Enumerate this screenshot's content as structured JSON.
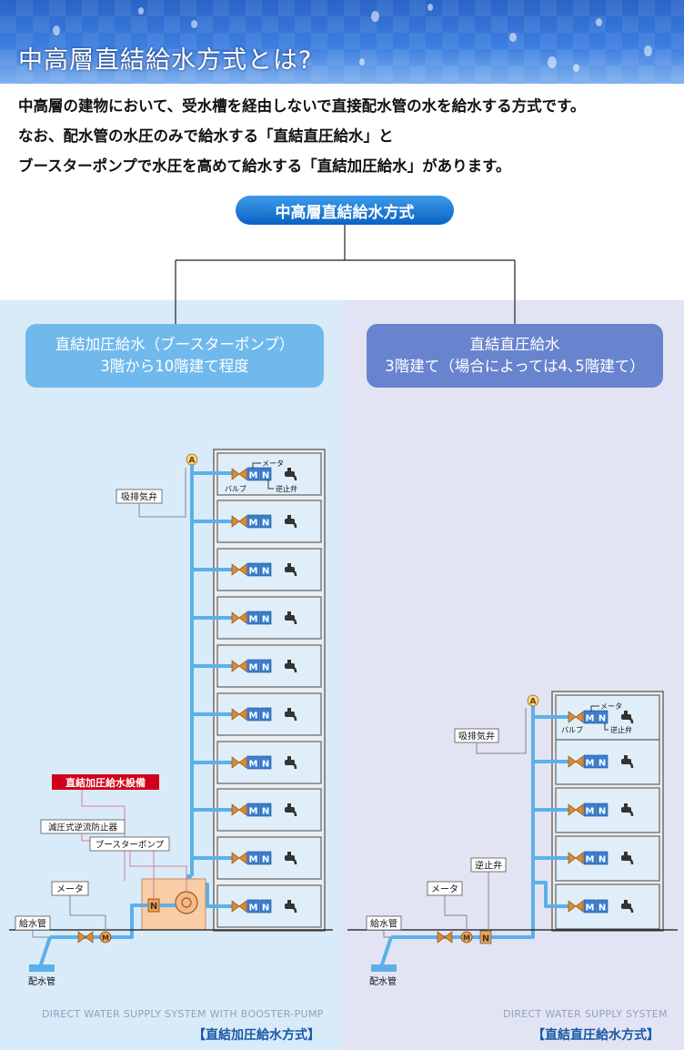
{
  "header": {
    "title": "中高層直結給水方式とは?"
  },
  "intro": [
    "中高層の建物において、受水槽を経由しないで直接配水管の水を給水する方式です。",
    "なお、配水管の水圧のみで給水する「直結直圧給水」と",
    "ブースターポンプで水圧を高めて給水する「直結加圧給水」があります。"
  ],
  "tree": {
    "root": "中高層直結給水方式",
    "left": {
      "line1": "直結加圧給水（ブースターポンプ）",
      "line2": "3階から10階建て程度"
    },
    "right": {
      "line1": "直結直圧給水",
      "line2": "3階建て（場合によっては4､5階建て）"
    }
  },
  "diagram_left": {
    "air_valve_label": "吸排気弁",
    "air_valve_symbol": "A",
    "meter_symbol": "M",
    "check_symbol": "N",
    "label_meter_small": "メータ",
    "label_valve_small": "バルブ",
    "label_check_small": "逆止弁",
    "equipment_label": "直結加圧給水設備",
    "prv_label": "減圧式逆流防止器",
    "pump_label": "ブースターポンプ",
    "meter_label": "メータ",
    "supply_pipe_label": "給水管",
    "main_pipe_label": "配水管",
    "caption_en": "DIRECT WATER SUPPLY SYSTEM WITH BOOSTER-PUMP",
    "caption_jp": "【直結加圧給水方式】"
  },
  "diagram_right": {
    "air_valve_label": "吸排気弁",
    "air_valve_symbol": "A",
    "meter_symbol": "M",
    "check_symbol": "N",
    "label_meter_small": "メータ",
    "label_valve_small": "バルブ",
    "label_check_small": "逆止弁",
    "check_valve_label": "逆止弁",
    "meter_label": "メータ",
    "supply_pipe_label": "給水管",
    "main_pipe_label": "配水管",
    "caption_en": "DIRECT WATER SUPPLY SYSTEM",
    "caption_jp": "【直結直圧給水方式】"
  },
  "colors": {
    "pipe": "#5bb0ea",
    "valve": "#e08a2a",
    "meter": "#3a7fd0",
    "equipment_red": "#d0001a",
    "leader_pink": "#d97aa6",
    "room_fill": "#dfeef9",
    "building_frame": "#6d6d6d"
  }
}
